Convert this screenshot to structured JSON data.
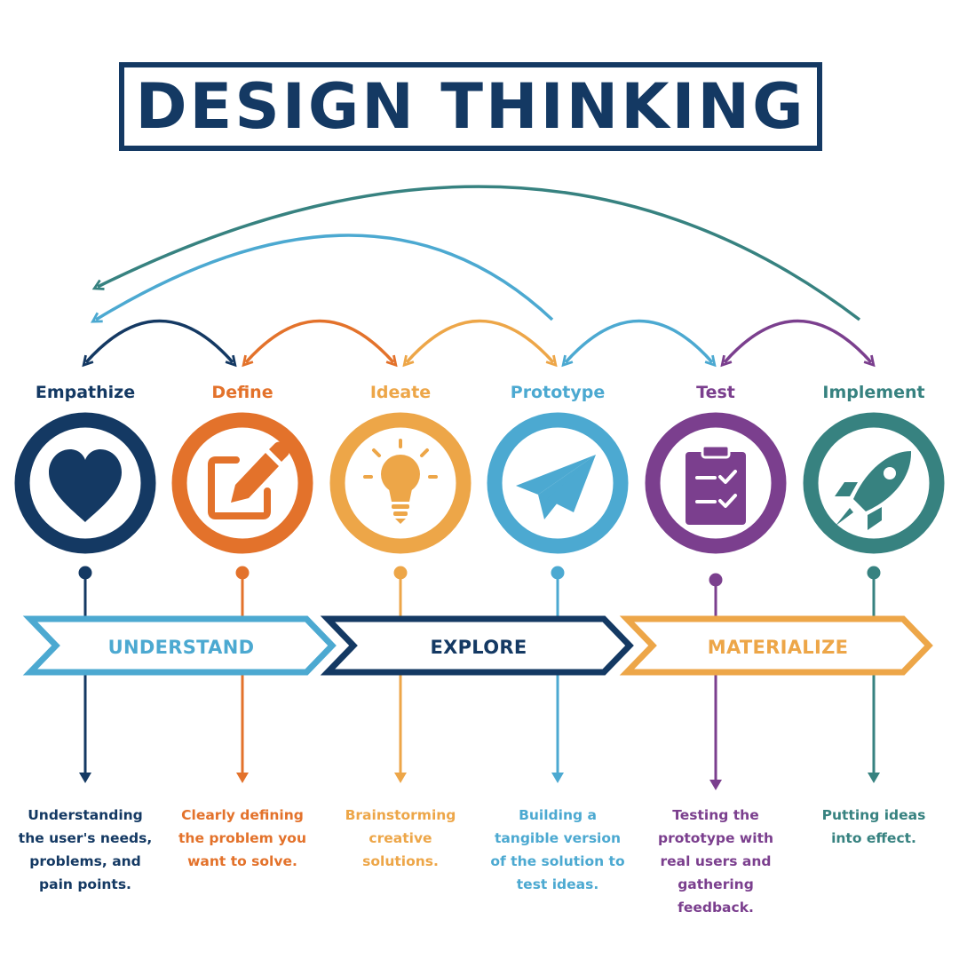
{
  "title": "DESIGN THINKING",
  "colors": {
    "navy": "#143963",
    "orange": "#E3722B",
    "amber": "#EDA648",
    "sky": "#4CA9D1",
    "purple": "#7B3F8E",
    "teal": "#378280",
    "white": "#FFFFFF"
  },
  "stages": [
    {
      "name": "Empathize",
      "icon": "heart-icon",
      "color": "#143963",
      "description": [
        "Understanding",
        "the user's needs,",
        "problems, and",
        "pain points."
      ]
    },
    {
      "name": "Define",
      "icon": "pencil-square-icon",
      "color": "#E3722B",
      "description": [
        "Clearly defining",
        "the problem you",
        "want to solve."
      ]
    },
    {
      "name": "Ideate",
      "icon": "lightbulb-icon",
      "color": "#EDA648",
      "description": [
        "Brainstorming",
        "creative",
        "solutions."
      ]
    },
    {
      "name": "Prototype",
      "icon": "paper-plane-icon",
      "color": "#4CA9D1",
      "description": [
        "Building a",
        "tangible version",
        "of the solution to",
        "test ideas."
      ]
    },
    {
      "name": "Test",
      "icon": "clipboard-check-icon",
      "color": "#7B3F8E",
      "description": [
        "Testing the",
        "prototype with",
        "real users and",
        "gathering",
        "feedback."
      ]
    },
    {
      "name": "Implement",
      "icon": "rocket-icon",
      "color": "#378280",
      "description": [
        "Putting ideas",
        "into effect."
      ]
    }
  ],
  "phases": [
    {
      "label": "UNDERSTAND",
      "color": "#4CA9D1"
    },
    {
      "label": "EXPLORE",
      "color": "#143963"
    },
    {
      "label": "MATERIALIZE",
      "color": "#EDA648"
    }
  ]
}
